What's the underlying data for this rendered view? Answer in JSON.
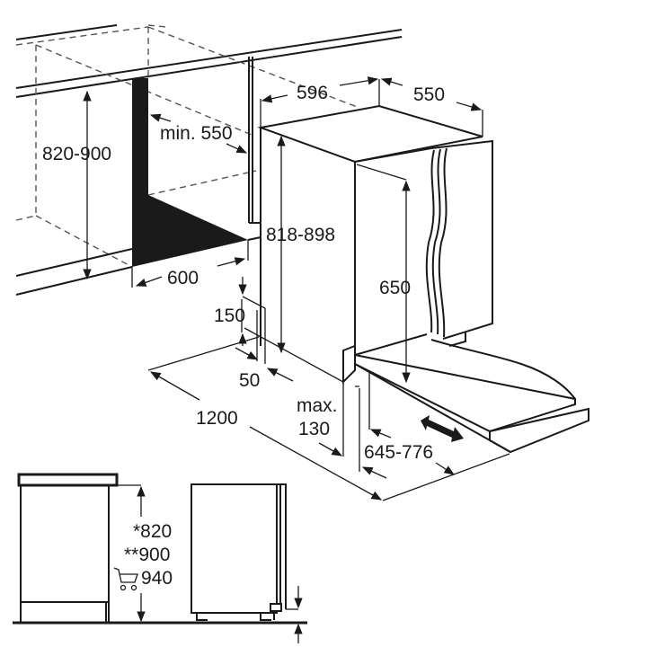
{
  "diagram": {
    "title": "Built-in dishwasher installation dimensions",
    "colors": {
      "line": "#1a1a1a",
      "fill": "#1a1a1a",
      "background": "#ffffff"
    },
    "dimensions": {
      "niche_height": "820-900",
      "min_depth": "min. 550",
      "niche_width": "600",
      "appliance_width": "596",
      "appliance_depth": "550",
      "appliance_height": "818-898",
      "door_height": "650",
      "plinth_height": "150",
      "plinth_depth": "50",
      "door_swing": "1200",
      "max_label": "max.",
      "max_value": "130",
      "door_range": "645-776"
    },
    "side_view": {
      "height_1": "*820",
      "height_2": "**900",
      "height_3": "940",
      "icon": "shopping-cart-icon"
    }
  }
}
